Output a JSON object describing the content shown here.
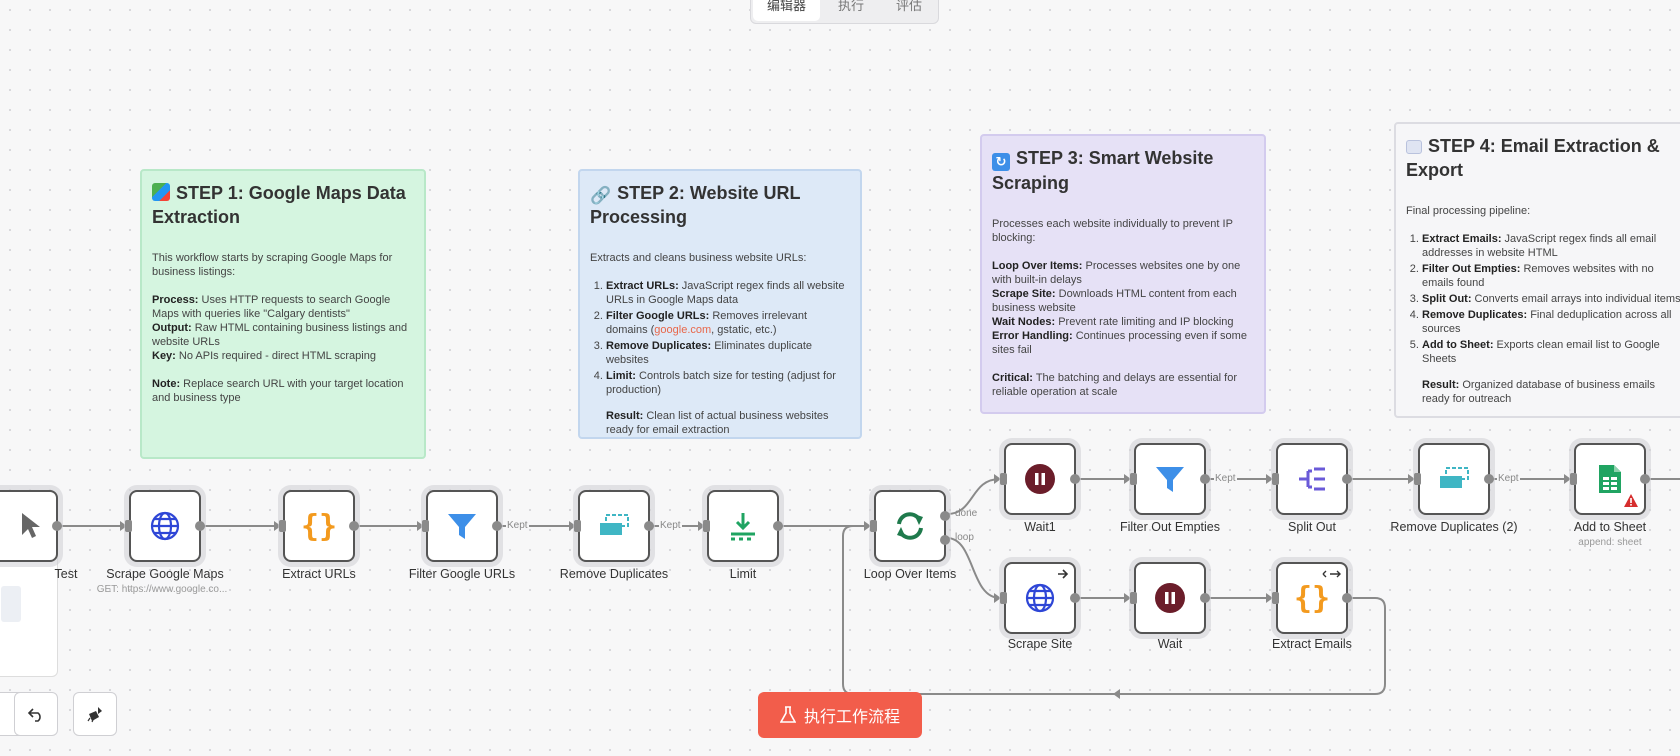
{
  "tabs": {
    "editor": "编辑器",
    "executions": "执行",
    "evaluations": "评估"
  },
  "notes": {
    "step1": {
      "title": "STEP 1: Google Maps Data Extraction",
      "intro": "This workflow starts by scraping Google Maps for business listings:",
      "process_k": "Process:",
      "process_v": " Uses HTTP requests to search Google Maps with queries like \"Calgary dentists\"",
      "output_k": "Output:",
      "output_v": " Raw HTML containing business listings and website URLs",
      "key_k": "Key:",
      "key_v": " No APIs required - direct HTML scraping",
      "note_k": "Note:",
      "note_v": " Replace search URL with your target location and business type"
    },
    "step2": {
      "title": "STEP 2: Website URL Processing",
      "intro": "Extracts and cleans business website URLs:",
      "i1_k": "Extract URLs:",
      "i1_v": " JavaScript regex finds all website URLs in Google Maps data",
      "i2_k": "Filter Google URLs:",
      "i2_v1": " Removes irrelevant domains (",
      "i2_link": "google.com",
      "i2_v2": ", gstatic, etc.)",
      "i3_k": "Remove Duplicates:",
      "i3_v": " Eliminates duplicate websites",
      "i4_k": "Limit:",
      "i4_v": " Controls batch size for testing (adjust for production)",
      "result_k": "Result:",
      "result_v": " Clean list of actual business websites ready for email extraction"
    },
    "step3": {
      "title": "STEP 3: Smart Website Scraping",
      "intro": "Processes each website individually to prevent IP blocking:",
      "l1_k": "Loop Over Items:",
      "l1_v": " Processes websites one by one with built-in delays",
      "l2_k": "Scrape Site:",
      "l2_v": " Downloads HTML content from each business website",
      "l3_k": "Wait Nodes:",
      "l3_v": " Prevent rate limiting and IP blocking",
      "l4_k": "Error Handling:",
      "l4_v": " Continues processing even if some sites fail",
      "crit_k": "Critical:",
      "crit_v": " The batching and delays are essential for reliable operation at scale"
    },
    "step4": {
      "title": "STEP 4: Email Extraction & Export",
      "intro": "Final processing pipeline:",
      "i1_k": "Extract Emails:",
      "i1_v": " JavaScript regex finds all email addresses in website HTML",
      "i2_k": "Filter Out Empties:",
      "i2_v": " Removes websites with no emails found",
      "i3_k": "Split Out:",
      "i3_v": " Converts email arrays into individual items",
      "i4_k": "Remove Duplicates:",
      "i4_v": " Final deduplication across all sources",
      "i5_k": "Add to Sheet:",
      "i5_v": " Exports clean email list to Google Sheets",
      "result_k": "Result:",
      "result_v": " Organized database of business emails ready for outreach"
    }
  },
  "nodes": {
    "test": "Test",
    "scrape_maps": "Scrape Google Maps",
    "scrape_maps_sub": "GET: https://www.google.co...",
    "extract_urls": "Extract URLs",
    "filter_google": "Filter Google URLs",
    "remove_dup": "Remove Duplicates",
    "limit": "Limit",
    "loop": "Loop Over Items",
    "wait1": "Wait1",
    "filter_empties": "Filter Out Empties",
    "split_out": "Split Out",
    "remove_dup2": "Remove Duplicates (2)",
    "add_sheet": "Add to Sheet",
    "add_sheet_sub": "append: sheet",
    "scrape_site": "Scrape Site",
    "wait": "Wait",
    "extract_emails": "Extract Emails"
  },
  "edges": {
    "kept": "Kept",
    "done": "done",
    "loop": "loop"
  },
  "execute_button": "执行工作流程",
  "colors": {
    "accent": "#f25d4b",
    "globe": "#2e46d6",
    "code": "#f39a1e",
    "filter": "#3d8fe8",
    "wait": "#6b1d2a",
    "sheets": "#20a462"
  }
}
